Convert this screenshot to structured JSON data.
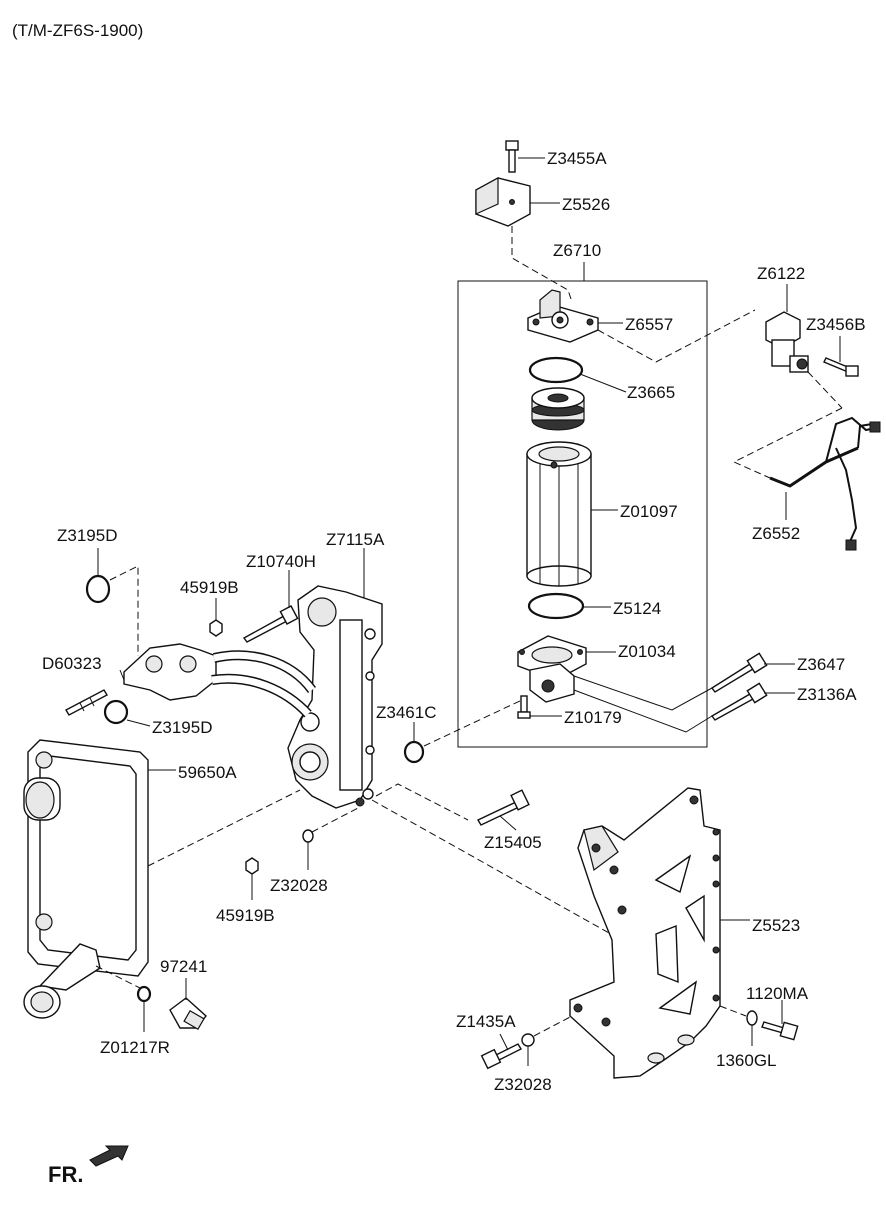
{
  "header": {
    "model_code": "(T/M-ZF6S-1900)"
  },
  "orientation": {
    "label": "FR.",
    "icon": "arrow-front-icon"
  },
  "callouts": {
    "z3455a": "Z3455A",
    "z5526": "Z5526",
    "z6710": "Z6710",
    "z6557": "Z6557",
    "z6122": "Z6122",
    "z3456b": "Z3456B",
    "z3665": "Z3665",
    "z01097": "Z01097",
    "z6552": "Z6552",
    "z5124": "Z5124",
    "z01034": "Z01034",
    "z3647": "Z3647",
    "z3136a": "Z3136A",
    "z10179": "Z10179",
    "z3195d_top": "Z3195D",
    "n45919b_top": "45919B",
    "z10740h": "Z10740H",
    "z7115a": "Z7115A",
    "d60323": "D60323",
    "z3195d_mid": "Z3195D",
    "z3461c": "Z3461C",
    "n59650a": "59650A",
    "z15405": "Z15405",
    "z32028_mid": "Z32028",
    "n45919b_bot": "45919B",
    "z5523": "Z5523",
    "n97241": "97241",
    "z01217r": "Z01217R",
    "z1435a": "Z1435A",
    "z32028_bot": "Z32028",
    "n1120ma": "1120MA",
    "n1360gl": "1360GL"
  }
}
